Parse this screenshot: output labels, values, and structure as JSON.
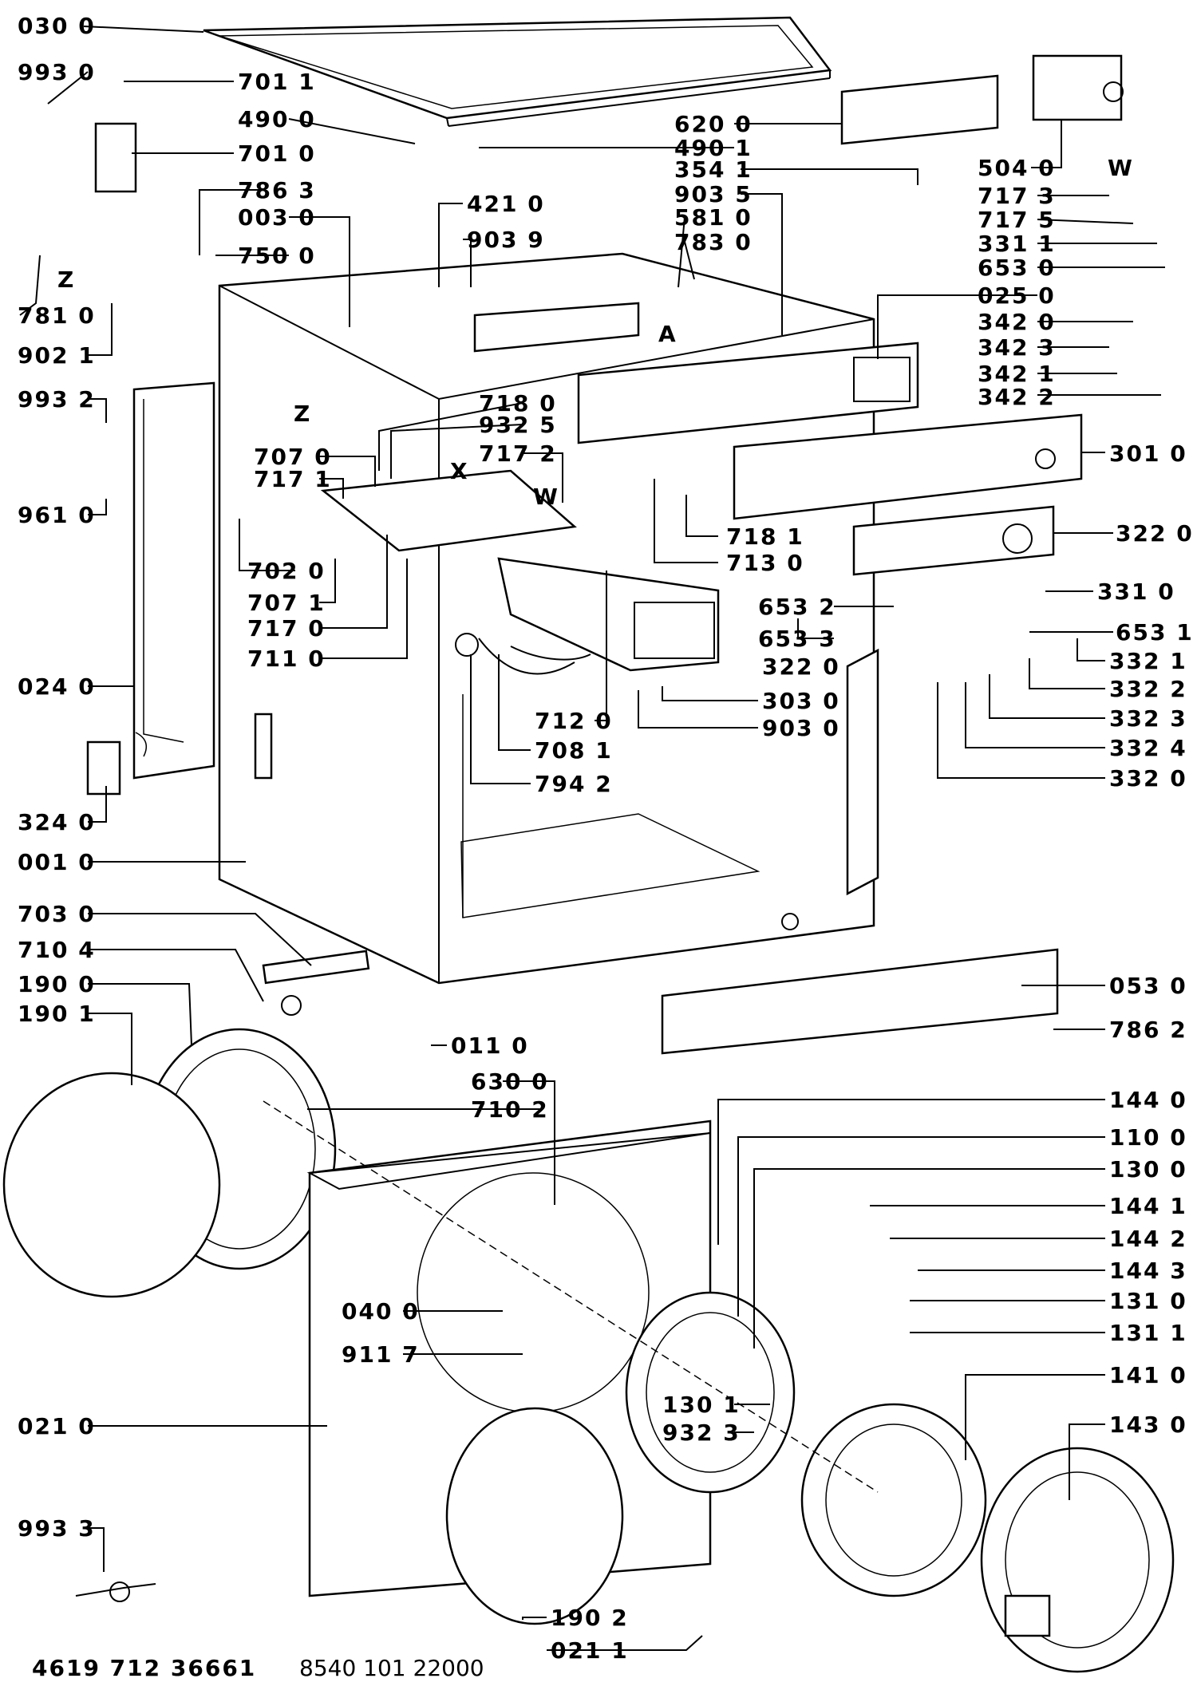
{
  "labels": {
    "l_0300": "030 0",
    "l_9930": "993 0",
    "l_7011": "701 1",
    "l_4900": "490 0",
    "l_7010": "701 0",
    "l_7863": "786 3",
    "l_0030": "003 0",
    "l_7500": "750 0",
    "l_7810": "781 0",
    "l_9021": "902 1",
    "l_9932": "993 2",
    "l_9610": "961 0",
    "l_0240": "024 0",
    "l_3240": "324 0",
    "l_0010": "001 0",
    "l_7030": "703 0",
    "l_7104": "710 4",
    "l_1900": "190 0",
    "l_1901": "190 1",
    "l_0110": "011 0",
    "l_4210": "421 0",
    "l_9039": "903 9",
    "l_7180": "718 0",
    "l_9325": "932 5",
    "l_7172": "717 2",
    "l_7070": "707 0",
    "l_7171": "717 1",
    "l_7020": "702 0",
    "l_7071": "707 1",
    "l_7170": "717 0",
    "l_7110": "711 0",
    "l_7120": "712 0",
    "l_7081": "708 1",
    "l_7942": "794 2",
    "l_6200": "620 0",
    "l_4901": "490 1",
    "l_3541": "354 1",
    "l_9035": "903 5",
    "l_5810": "581 0",
    "l_7830": "783 0",
    "l_5040": "504 0",
    "l_7173": "717 3",
    "l_7175": "717 5",
    "l_3311": "331 1",
    "l_6530": "653 0",
    "l_0250": "025 0",
    "l_3420": "342 0",
    "l_3423": "342 3",
    "l_3421": "342 1",
    "l_3422": "342 2",
    "l_3010": "301 0",
    "l_7181": "718 1",
    "l_7130": "713 0",
    "l_3220a": "322 0",
    "l_6532": "653 2",
    "l_3310": "331 0",
    "l_6533": "653 3",
    "l_6531": "653 1",
    "l_3321": "332 1",
    "l_3220b": "322 0",
    "l_3322": "332 2",
    "l_3030": "303 0",
    "l_3323": "332 3",
    "l_9030": "903 0",
    "l_3324": "332 4",
    "l_3320": "332 0",
    "l_0530": "053 0",
    "l_7862": "786 2",
    "l_6300": "630 0",
    "l_7102": "710 2",
    "l_1440": "144 0",
    "l_1100": "110 0",
    "l_1300": "130 0",
    "l_1441": "144 1",
    "l_1442": "144 2",
    "l_1443": "144 3",
    "l_1310": "131 0",
    "l_1311": "131 1",
    "l_0400": "040 0",
    "l_9117": "911 7",
    "l_1410": "141 0",
    "l_1430": "143 0",
    "l_1301": "130 1",
    "l_9323": "932 3",
    "l_0210": "021 0",
    "l_9933": "993 3",
    "l_1902": "190 2",
    "l_0211": "021 1"
  },
  "markers": {
    "W1": "W",
    "W2": "W",
    "Z1": "Z",
    "Z2": "Z",
    "X": "X",
    "A": "A"
  },
  "footer": {
    "left": "4619 712 36661",
    "right": "8540 101 22000"
  }
}
